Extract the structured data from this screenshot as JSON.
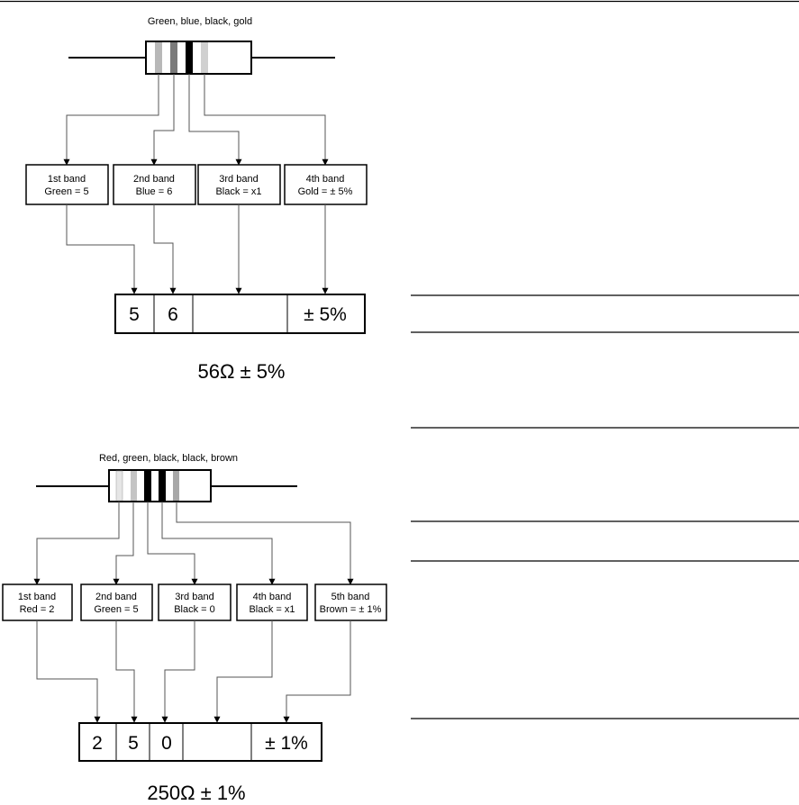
{
  "diagram1": {
    "caption": "Green, blue, black, gold",
    "band_colors": [
      "#b8b8b8",
      "#7a7a7a",
      "#000000",
      "#d0d0d0"
    ],
    "boxes": [
      {
        "title": "1st band",
        "value": "Green = 5"
      },
      {
        "title": "2nd band",
        "value": "Blue = 6"
      },
      {
        "title": "3rd band",
        "value": "Black = x1"
      },
      {
        "title": "4th band",
        "value": "Gold = ± 5%"
      }
    ],
    "cells": [
      "5",
      "6",
      "",
      "± 5%"
    ],
    "result": "56Ω ± 5%"
  },
  "diagram2": {
    "caption": "Red, green, black, black, brown",
    "band_colors": [
      "#e6e6e6",
      "#c4c4c4",
      "#000000",
      "#000000",
      "#a8a8a8"
    ],
    "boxes": [
      {
        "title": "1st band",
        "value": "Red = 2"
      },
      {
        "title": "2nd band",
        "value": "Green = 5"
      },
      {
        "title": "3rd band",
        "value": "Black = 0"
      },
      {
        "title": "4th band",
        "value": "Black = x1"
      },
      {
        "title": "5th band",
        "value": "Brown = ± 1%"
      }
    ],
    "cells": [
      "2",
      "5",
      "0",
      "",
      "± 1%"
    ],
    "result": "250Ω ± 1%"
  }
}
